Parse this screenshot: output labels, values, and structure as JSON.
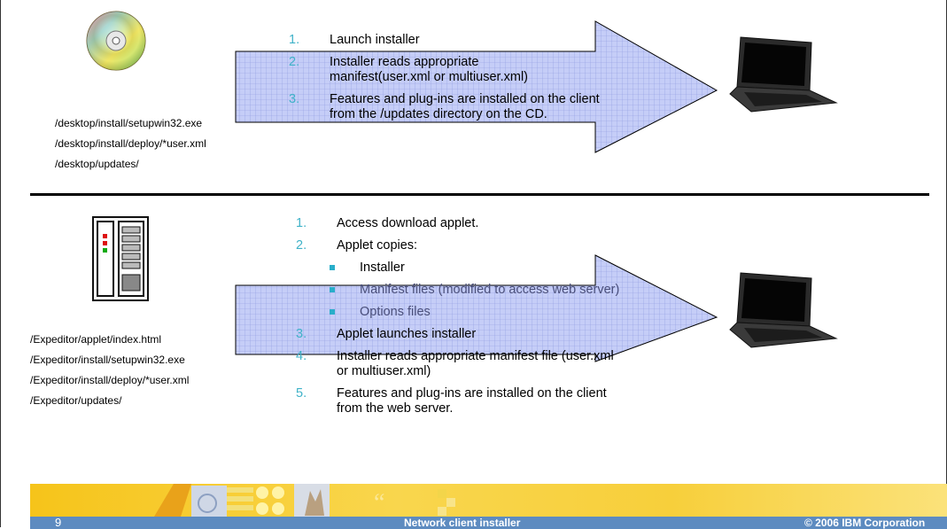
{
  "top_section": {
    "paths": [
      "/desktop/install/setupwin32.exe",
      "/desktop/install/deploy/*user.xml",
      "/desktop/updates/"
    ],
    "steps": [
      {
        "num": "1.",
        "text": "Launch installer"
      },
      {
        "num": "2.",
        "text": "Installer reads appropriate manifest(user.xml or multiuser.xml)"
      },
      {
        "num": "3.",
        "text": "Features and plug-ins are installed on the client from the  /updates directory on the CD."
      }
    ]
  },
  "bottom_section": {
    "paths": [
      "/Expeditor/applet/index.html",
      "/Expeditor/install/setupwin32.exe",
      "/Expeditor/install/deploy/*user.xml",
      "/Expeditor/updates/"
    ],
    "steps_a": [
      {
        "num": "1.",
        "text": "Access download applet."
      },
      {
        "num": "2.",
        "text": "Applet copies:"
      }
    ],
    "subitems": [
      "Installer",
      "Manifest files (modified to access web server)",
      "Options files"
    ],
    "steps_b": [
      {
        "num": "3.",
        "text": "Applet launches installer"
      },
      {
        "num": "4.",
        "text": "Installer reads appropriate manifest file (user.xml or multiuser.xml)"
      },
      {
        "num": "5.",
        "text": "Features and plug-ins are installed on the client from the web server."
      }
    ]
  },
  "footer": {
    "page_number": "9",
    "title": "Network client installer",
    "copyright": "© 2006 IBM Corporation"
  },
  "colors": {
    "number": "#3fb2c8",
    "arrow_fill": "#c5cdf7",
    "arrow_stroke": "#000000",
    "footer_bar": "#5d8bc0",
    "footer_band": "#f6c41a"
  }
}
